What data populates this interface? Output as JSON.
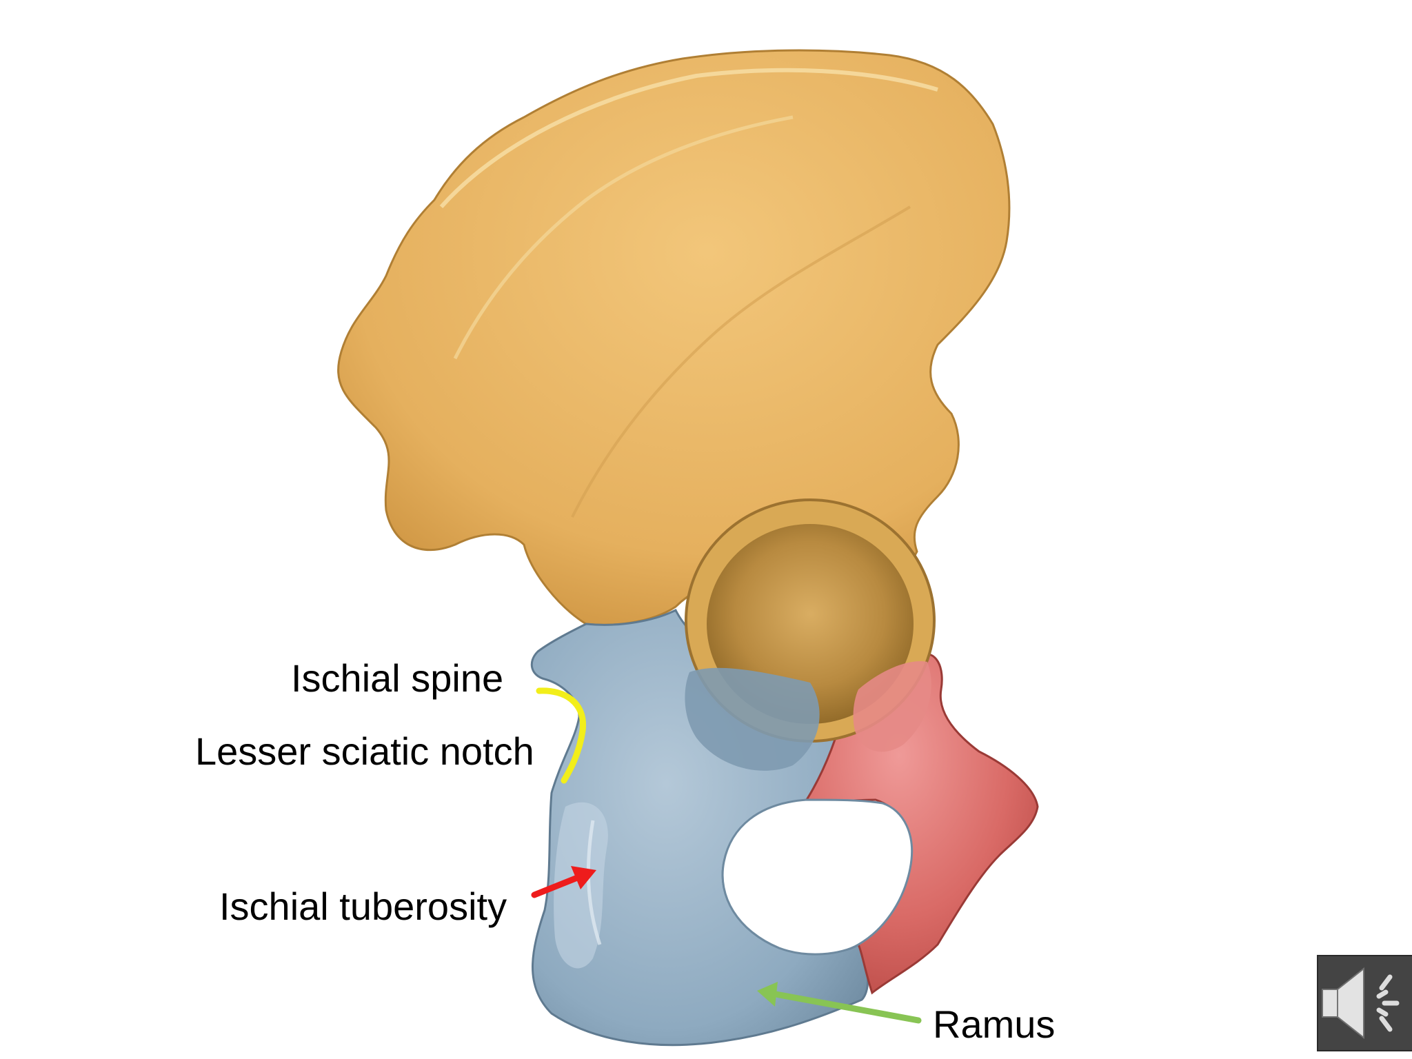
{
  "labels": {
    "ischial_spine": "Ischial spine",
    "lesser_sciatic_notch": "Lesser sciatic notch",
    "ischial_tuberosity": "Ischial tuberosity",
    "ramus": "Ramus"
  },
  "colors": {
    "ilium": "#e8b564",
    "ischium": "#8eaac0",
    "pubis": "#d96a66",
    "notch_marker": "#f2ee1a",
    "tuberosity_arrow": "#ee1c1c",
    "ramus_arrow": "#88c454"
  },
  "audio_button": {
    "icon": "speaker-icon"
  }
}
